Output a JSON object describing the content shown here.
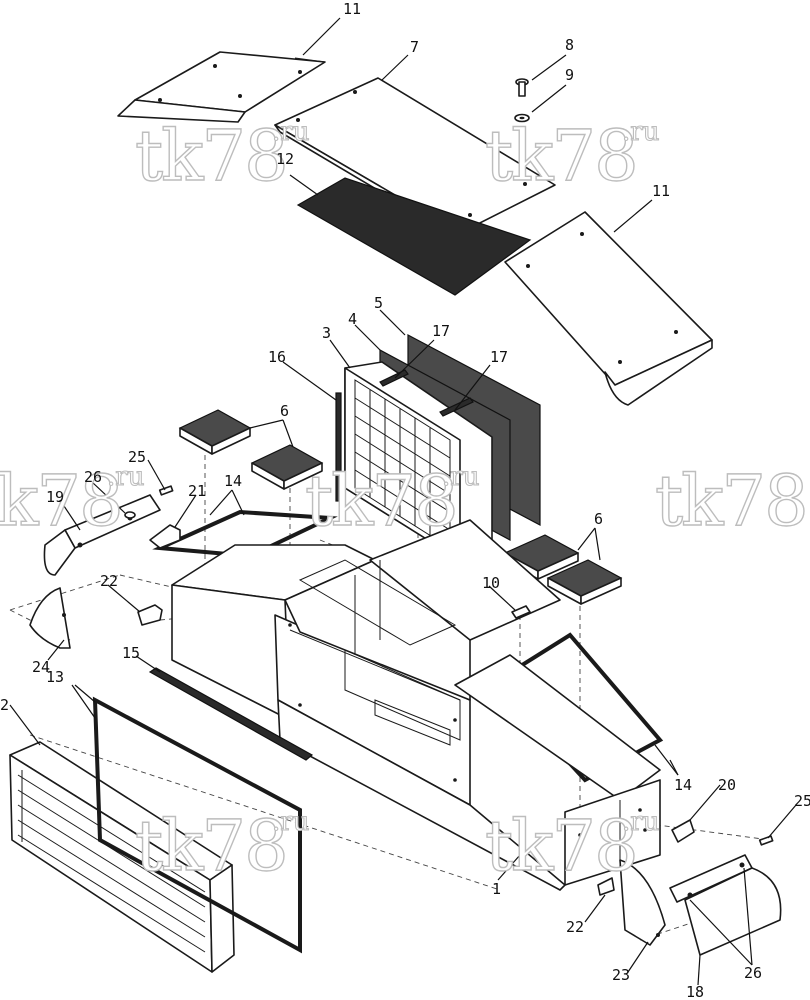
{
  "diagram": {
    "watermark_main": "tk78",
    "watermark_sup": ".ru",
    "callouts": {
      "c1": "1",
      "c2": "2",
      "c3": "3",
      "c4": "4",
      "c5": "5",
      "c6a": "6",
      "c6b": "6",
      "c7": "7",
      "c8": "8",
      "c9": "9",
      "c10": "10",
      "c11a": "11",
      "c11b": "11",
      "c12": "12",
      "c13": "13",
      "c14a": "14",
      "c14b": "14",
      "c15": "15",
      "c16": "16",
      "c17a": "17",
      "c17b": "17",
      "c18": "18",
      "c19": "19",
      "c20": "20",
      "c21": "21",
      "c22a": "22",
      "c22b": "22",
      "c23": "23",
      "c24": "24",
      "c25a": "25",
      "c25b": "25",
      "c26a": "26",
      "c26b": "26"
    }
  }
}
